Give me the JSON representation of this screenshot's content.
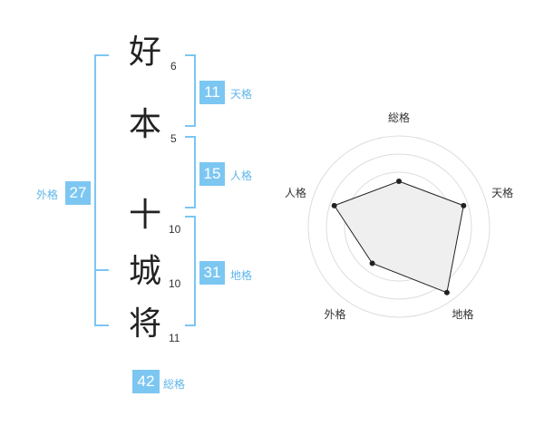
{
  "name_chars": [
    {
      "char": "好",
      "strokes": "6"
    },
    {
      "char": "本",
      "strokes": "5"
    },
    {
      "char": "十",
      "strokes": "10"
    },
    {
      "char": "城",
      "strokes": "10"
    },
    {
      "char": "将",
      "strokes": "11"
    }
  ],
  "kaku": {
    "tenkaku": {
      "value": "11",
      "label": "天格"
    },
    "jinkaku": {
      "value": "15",
      "label": "人格"
    },
    "chikaku": {
      "value": "31",
      "label": "地格"
    },
    "gaikaku": {
      "value": "27",
      "label": "外格"
    },
    "soukaku": {
      "value": "42",
      "label": "総格"
    }
  },
  "colors": {
    "accent": "#7cc6f2",
    "accent_text": "#5fb6ea",
    "radar_fill": "#efefef",
    "radar_ring": "#dddddd"
  },
  "chart_data": {
    "type": "radar",
    "axes": [
      "総格",
      "天格",
      "地格",
      "外格",
      "人格"
    ],
    "values": [
      0.5,
      0.75,
      0.9,
      0.5,
      0.75
    ],
    "max": 1.0,
    "grid": true
  }
}
